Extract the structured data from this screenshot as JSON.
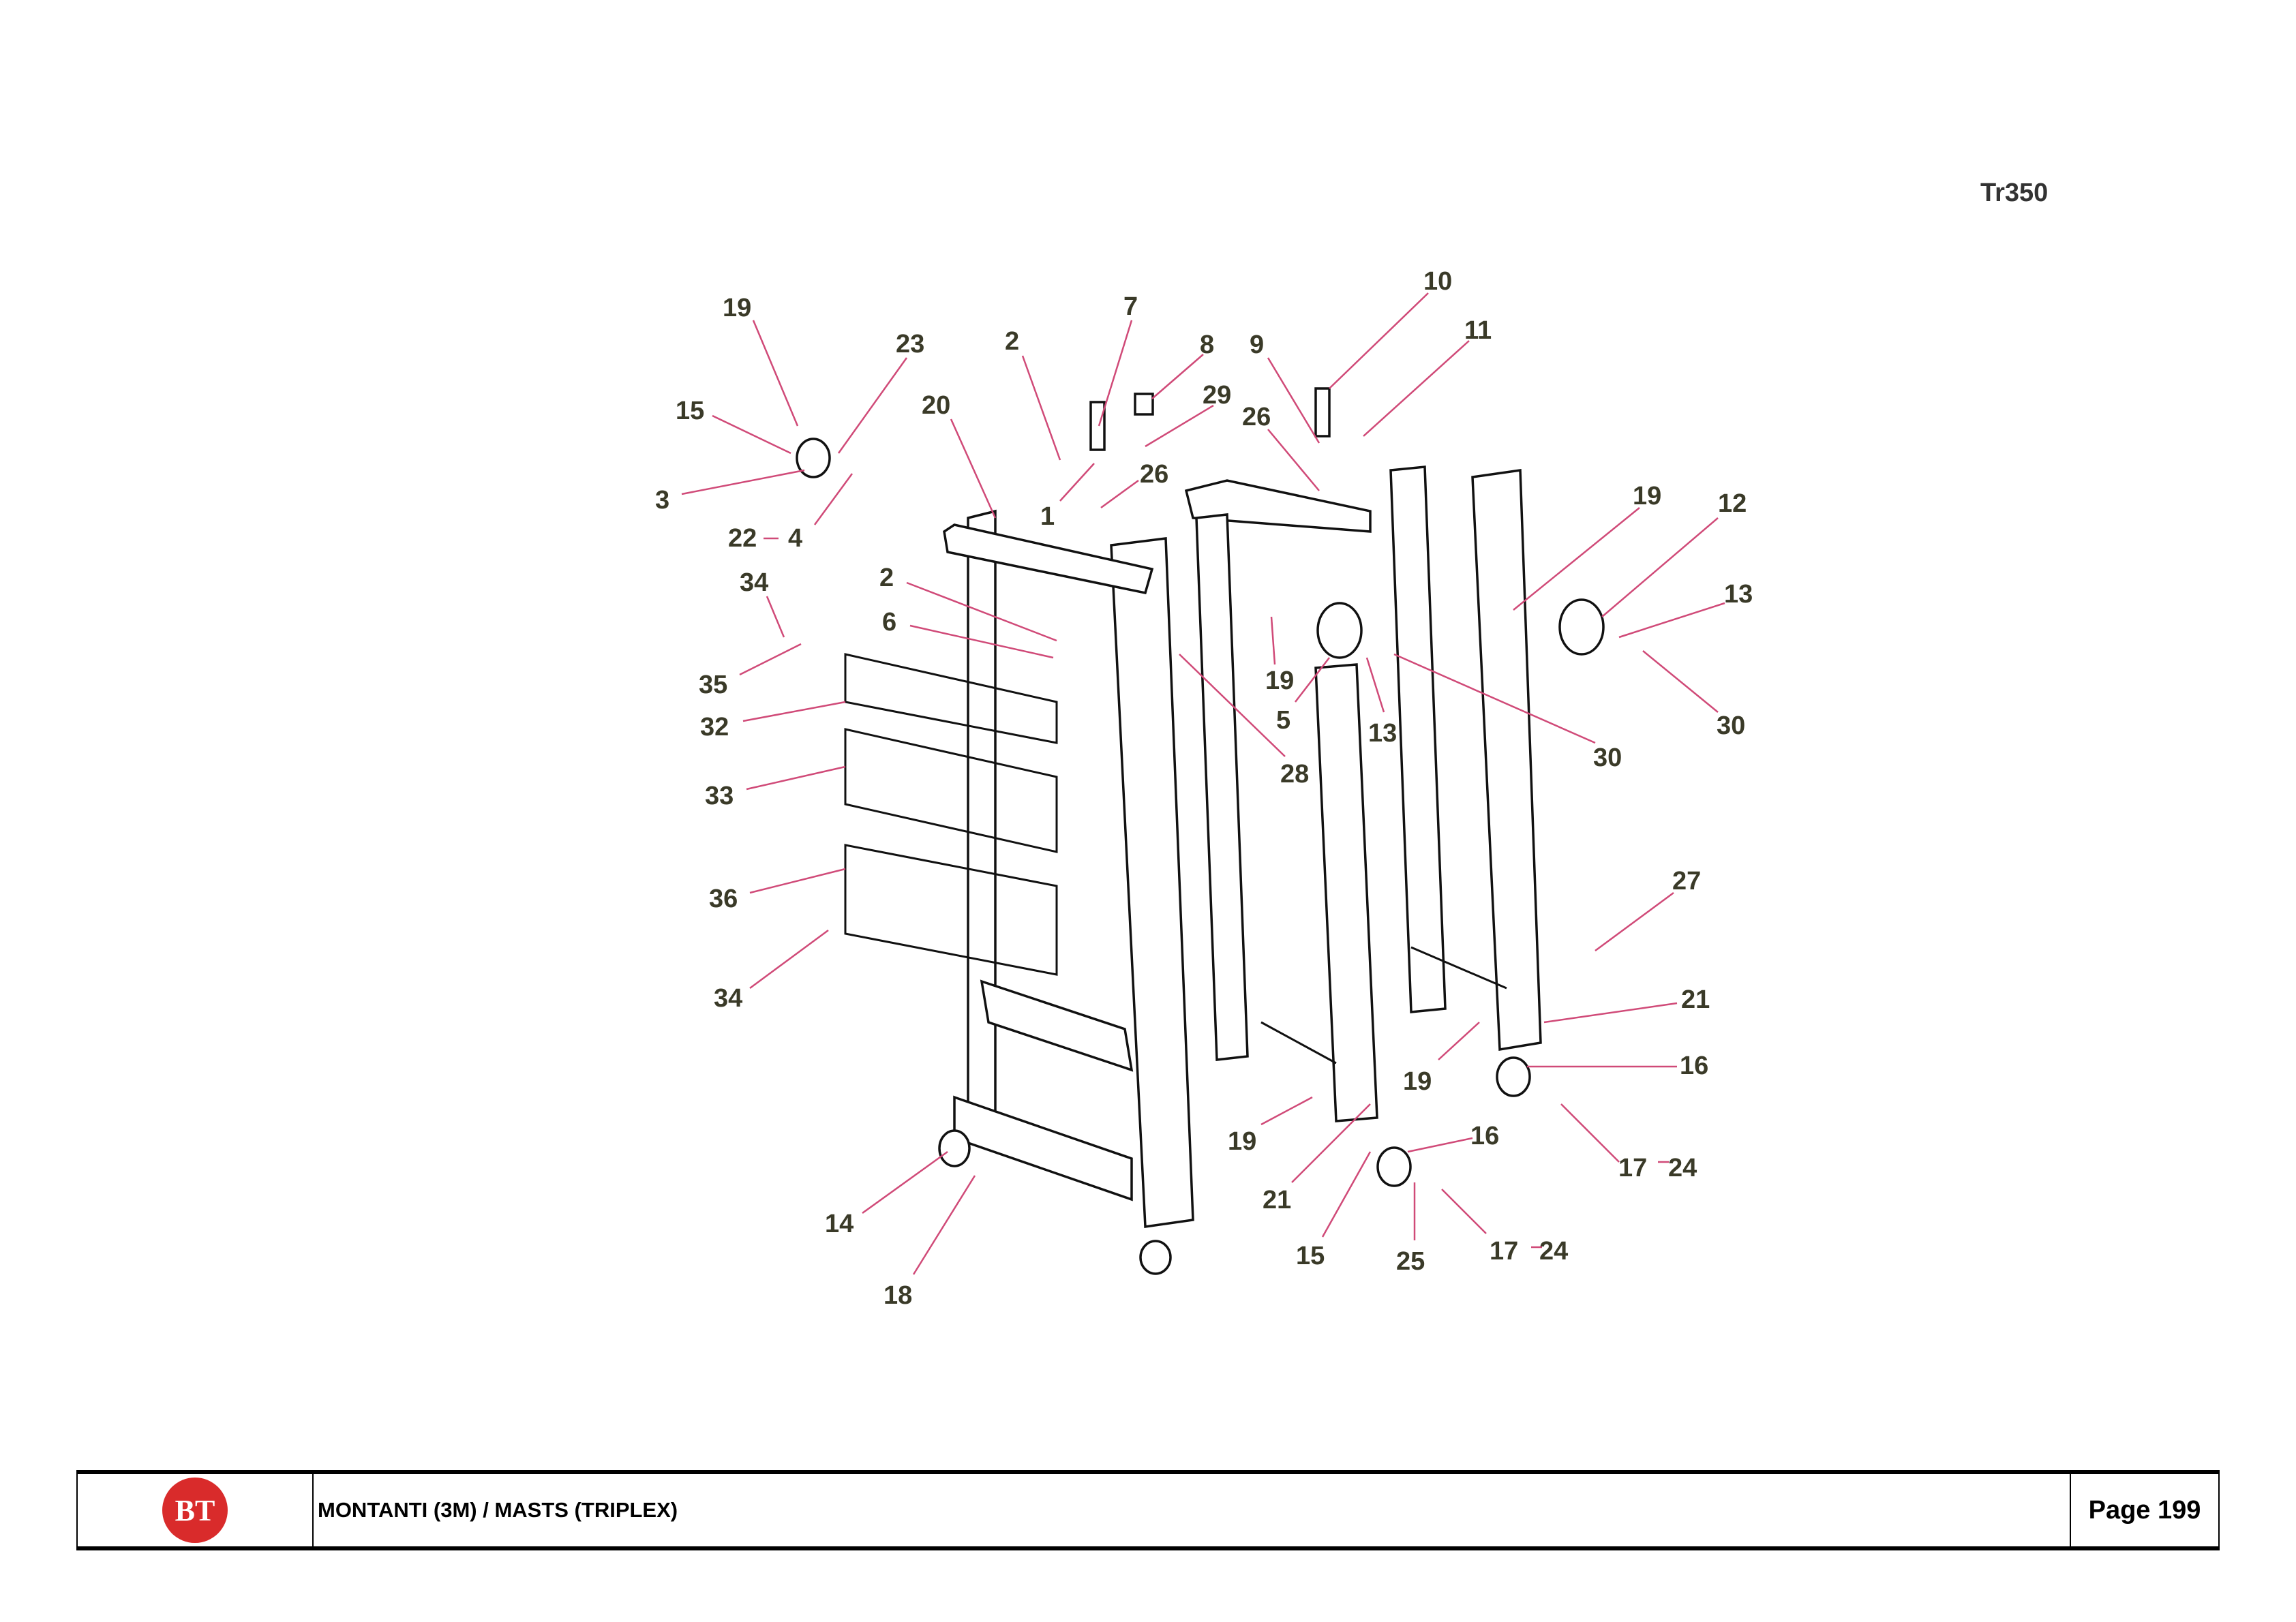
{
  "header": {
    "model": "Tr350"
  },
  "callouts": [
    "19",
    "23",
    "2",
    "7",
    "8",
    "29",
    "9",
    "10",
    "11",
    "15",
    "20",
    "26",
    "26",
    "1",
    "3",
    "22",
    "4",
    "19",
    "12",
    "13",
    "34",
    "2",
    "6",
    "19",
    "5",
    "13",
    "28",
    "30",
    "30",
    "35",
    "32",
    "33",
    "27",
    "36",
    "34",
    "21",
    "16",
    "19",
    "19",
    "16",
    "17",
    "24",
    "14",
    "21",
    "15",
    "25",
    "17",
    "24",
    "18"
  ],
  "footer": {
    "logo_text": "BT",
    "title": "MONTANTI (3M) / MASTS (TRIPLEX)",
    "page": "Page 199"
  },
  "colors": {
    "leader": "#d04a78",
    "logo": "#d92b2b"
  }
}
